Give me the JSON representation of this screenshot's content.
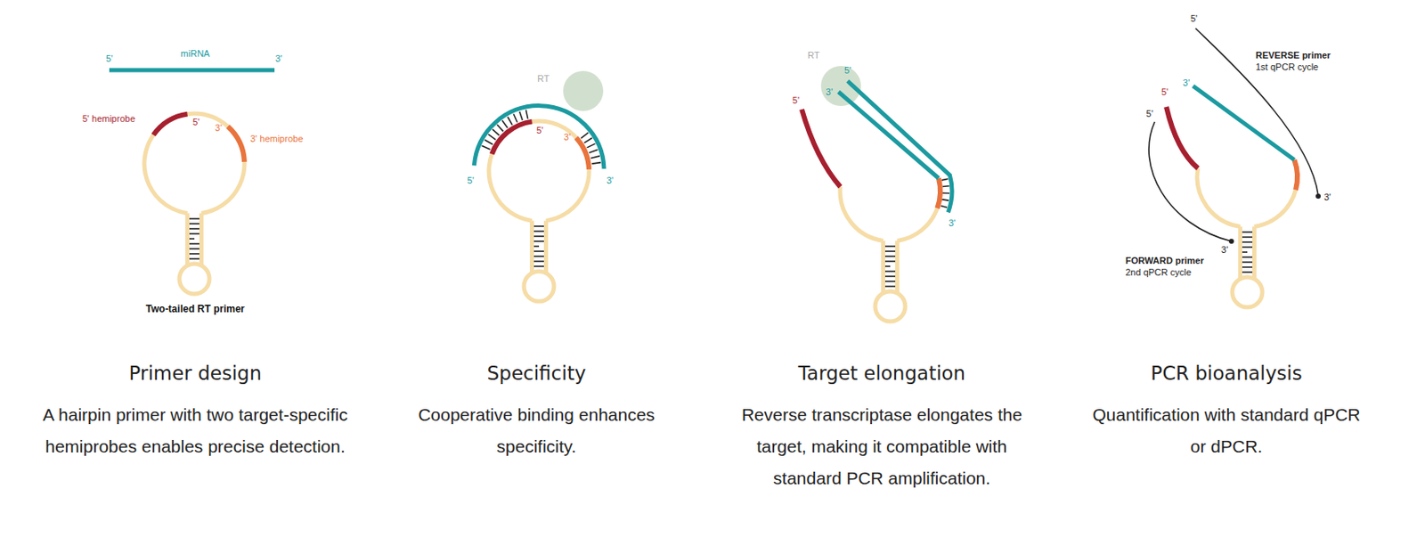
{
  "diagram": {
    "labels": [
      "miRNA",
      "5'",
      "3'",
      "5' hemiprobe",
      "5'",
      "3'",
      "3' hemiprobe",
      "Two-tailed RT primer",
      "RT",
      "5'",
      "5'",
      "3'",
      "3'",
      "RT",
      "5'",
      "3'",
      "5'",
      "3'",
      "5'",
      "REVERSE primer",
      "1st qPCR cycle",
      "3'",
      "5'",
      "5'",
      "3'",
      "FORWARD primer",
      "2nd qPCR cycle",
      "3'",
      "Primer design",
      "Specificity",
      "Target elongation",
      "PCR bioanalysis",
      "A hairpin primer with two target-specific hemiprobes enables precise detection.",
      "Cooperative binding enhances specificity.",
      "Reverse transcriptase elongates the target, making it compatible with standard PCR amplification.",
      "Quantification with standard qPCR or dPCR."
    ]
  }
}
